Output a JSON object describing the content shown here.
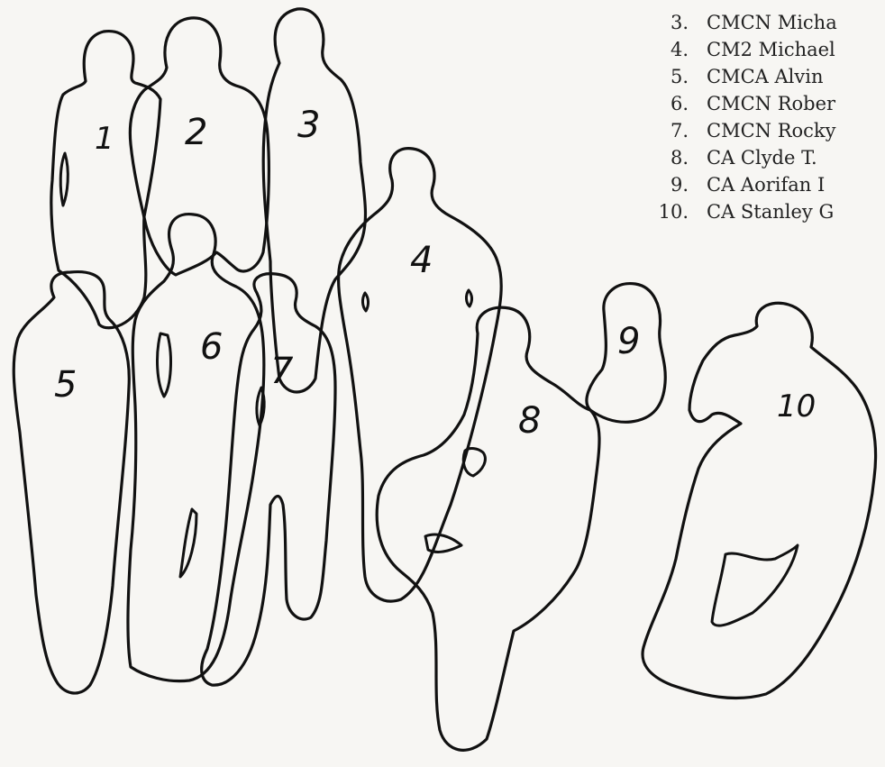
{
  "legend": [
    {
      "number": "3.",
      "name": "CMCN Micha"
    },
    {
      "number": "4.",
      "name": "CM2 Michael"
    },
    {
      "number": "5.",
      "name": "CMCA Alvin"
    },
    {
      "number": "6.",
      "name": "CMCN Rober"
    },
    {
      "number": "7.",
      "name": "CMCN Rocky"
    },
    {
      "number": "8.",
      "name": "CA Clyde T."
    },
    {
      "number": "9.",
      "name": "CA Aorifan I"
    },
    {
      "number": "10.",
      "name": "CA Stanley G"
    }
  ],
  "figure_numbers": {
    "f1": "1",
    "f2": "2",
    "f3": "3",
    "f4": "4",
    "f5": "5",
    "f6": "6",
    "f7": "7",
    "f8": "8",
    "f9": "9",
    "f10": "10"
  }
}
